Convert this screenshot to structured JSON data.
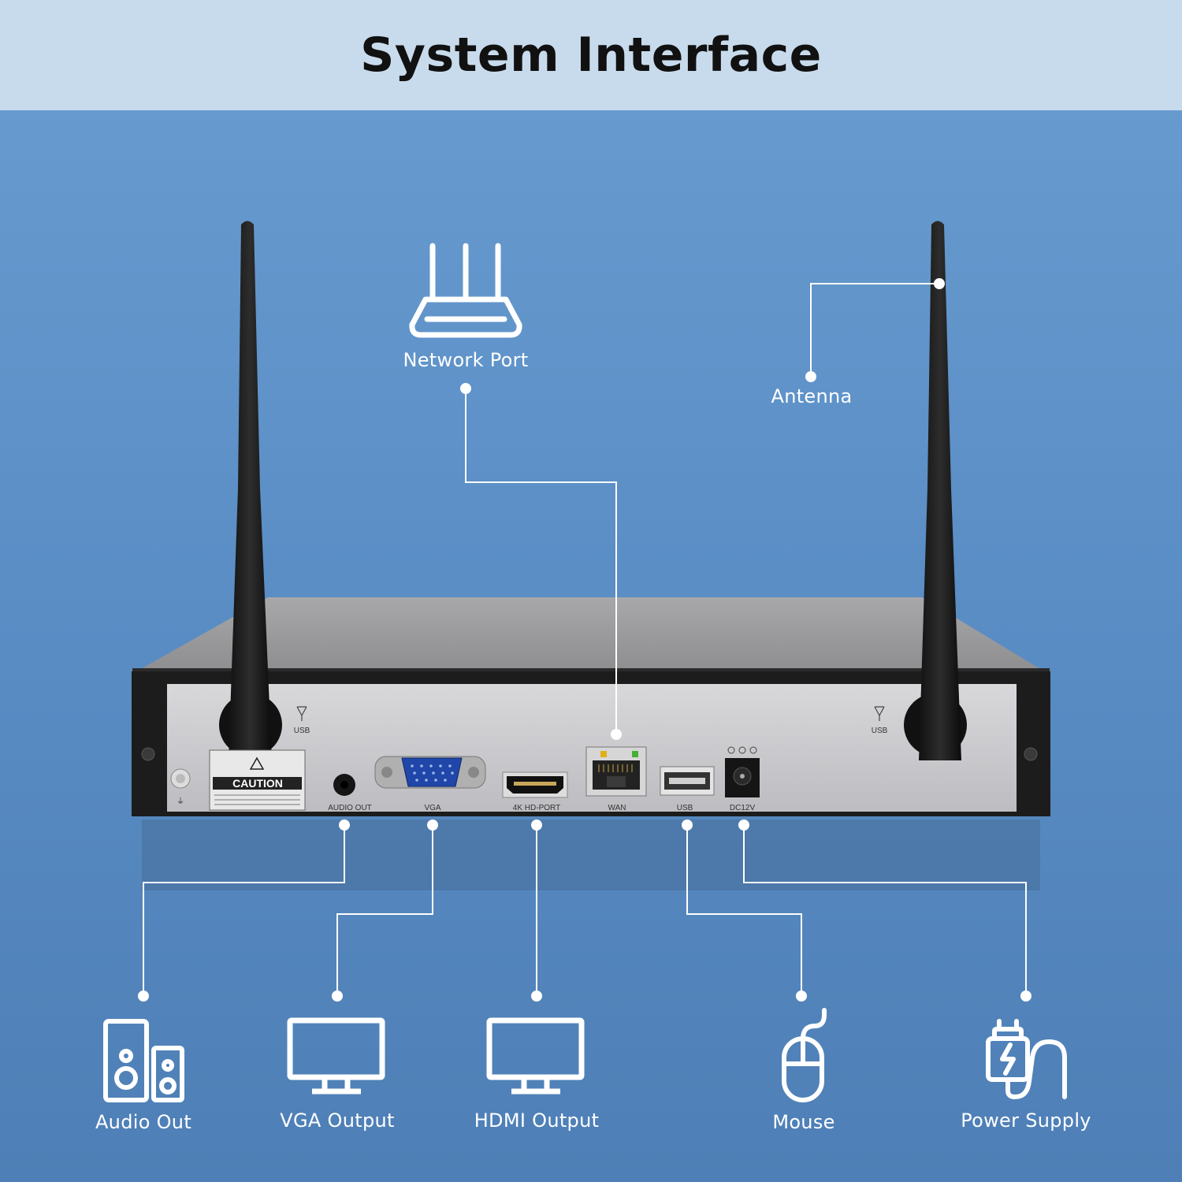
{
  "title": "System Interface",
  "callouts": {
    "network_port": "Network Port",
    "antenna": "Antenna",
    "audio_out": "Audio Out",
    "vga_output": "VGA Output",
    "hdmi_output": "HDMI Output",
    "mouse": "Mouse",
    "power_supply": "Power Supply"
  },
  "device": {
    "port_labels": {
      "usb_left": "USB",
      "usb_right": "USB",
      "audio_out": "AUDIO OUT",
      "vga": "VGA",
      "hdmi": "4K HD-PORT",
      "wan": "WAN",
      "usb": "USB",
      "dc": "DC12V"
    },
    "caution": "CAUTION"
  },
  "colors": {
    "header_bg": "#c8dbec",
    "background": "#5b8fc6",
    "line": "#ffffff",
    "device_body": "#1c1c1c",
    "panel": "#c9c9cc"
  }
}
